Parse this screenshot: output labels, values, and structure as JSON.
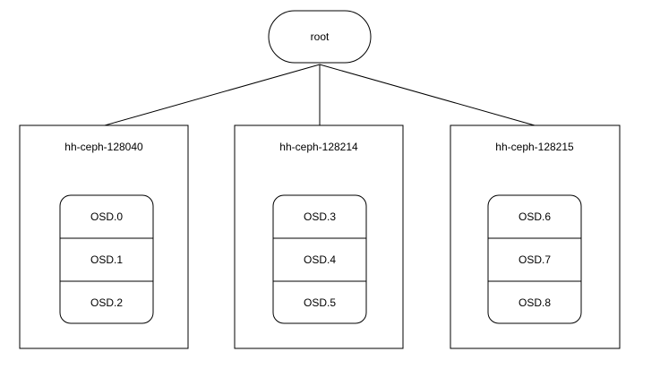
{
  "root": {
    "label": "root"
  },
  "hosts": [
    {
      "name": "hh-ceph-128040",
      "osds": [
        "OSD.0",
        "OSD.1",
        "OSD.2"
      ]
    },
    {
      "name": "hh-ceph-128214",
      "osds": [
        "OSD.3",
        "OSD.4",
        "OSD.5"
      ]
    },
    {
      "name": "hh-ceph-128215",
      "osds": [
        "OSD.6",
        "OSD.7",
        "OSD.8"
      ]
    }
  ],
  "colors": {
    "stroke": "#000000",
    "fill": "#ffffff",
    "text": "#000000"
  }
}
